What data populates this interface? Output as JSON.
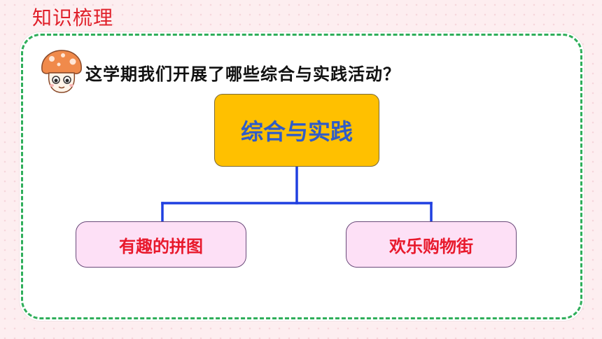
{
  "header": {
    "title": "知识梳理"
  },
  "question": {
    "text": "这学期我们开展了哪些综合与实践活动？",
    "icon": "mushroom-mascot-icon"
  },
  "tree": {
    "root": {
      "label": "综合与实践"
    },
    "children": [
      {
        "label": "有趣的拼图"
      },
      {
        "label": "欢乐购物街"
      }
    ]
  },
  "colors": {
    "title": "#e0202a",
    "dashed_border": "#2fae5a",
    "root_fill": "#ffc000",
    "root_text": "#2f5cc8",
    "child_fill": "#fde0f6",
    "child_text": "#e8192c",
    "connector": "#1f3fe0"
  }
}
